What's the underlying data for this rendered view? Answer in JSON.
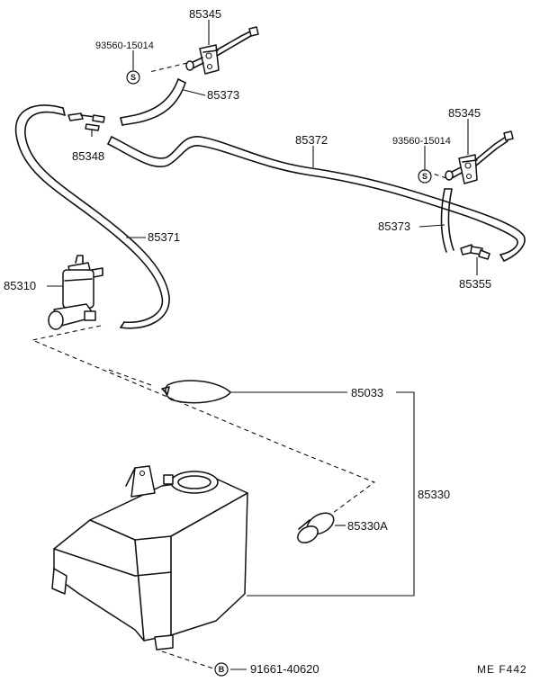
{
  "parts": {
    "p85345_top": "85345",
    "p93560_top": "93560-15014",
    "p85373_top": "85373",
    "p85348": "85348",
    "p85372": "85372",
    "p85345_right": "85345",
    "p93560_right": "93560-15014",
    "p85373_right": "85373",
    "p85355": "85355",
    "p85371": "85371",
    "p85310": "85310",
    "p85033": "85033",
    "p85330": "85330",
    "p85330A": "85330A",
    "p91661": "91661-40620"
  },
  "symbols": {
    "s_top": "S",
    "s_right": "S",
    "b_bottom": "B"
  },
  "reference": "ME F442"
}
